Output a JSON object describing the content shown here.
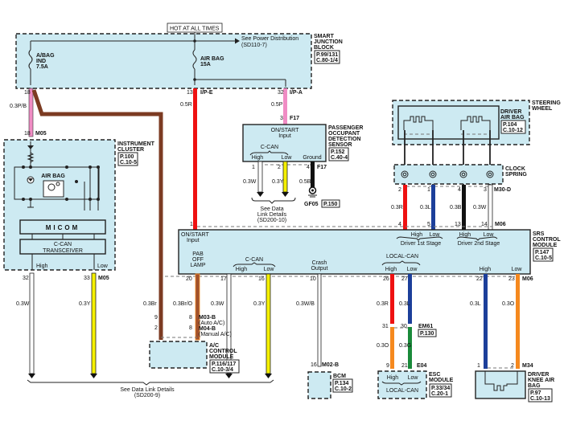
{
  "header": {
    "hot_label": "HOT AT ALL TIMES"
  },
  "smart_junction_block": {
    "name_lines": [
      "SMART",
      "JUNCTION",
      "BLOCK"
    ],
    "ref_lines": [
      "P.99/131",
      "C.80-1/4"
    ],
    "see_power": [
      "See Power Distribution",
      "(SD110-7)"
    ],
    "fuse_abag": [
      "A/BAG",
      "IND",
      "7.5A"
    ],
    "fuse_airbag": [
      "AIR BAG",
      "15A"
    ]
  },
  "instrument_cluster": {
    "name_lines": [
      "INSTRUMENT",
      "CLUSTER"
    ],
    "ref_lines": [
      "P.100",
      "C.10-5"
    ],
    "airbag_label": "AIR BAG",
    "micom": "MICOM",
    "transceiver": [
      "C-CAN",
      "TRANSCEIVER"
    ],
    "high": "High",
    "low": "Low"
  },
  "pods": {
    "name_lines": [
      "PASSENGER",
      "OCCUPANT",
      "DETECTION",
      "SENSOR"
    ],
    "ref_lines": [
      "P.152",
      "C.40-4"
    ],
    "input_lines": [
      "ON/START",
      "Input"
    ],
    "ccan": "C-CAN",
    "high": "High",
    "low": "Low",
    "ground": "Ground",
    "see_data": [
      "See Data",
      "Link Details",
      "(SD200-10)"
    ],
    "ground_label": "GF05",
    "ground_ref": "P.150"
  },
  "steering_wheel": {
    "name_lines": [
      "STEERING",
      "WHEEL"
    ]
  },
  "driver_airbag": {
    "name_lines": [
      "DRIVER",
      "AIR BAG"
    ],
    "ref_lines": [
      "P.104",
      "C.10-12"
    ]
  },
  "clock_spring": {
    "name_lines": [
      "CLOCK",
      "SPRING"
    ]
  },
  "srs_module": {
    "name_lines": [
      "SRS",
      "CONTROL",
      "MODULE"
    ],
    "ref_lines": [
      "P.147",
      "C.10-5"
    ],
    "input_lines": [
      "ON/START",
      "Input"
    ],
    "pab_lines": [
      "PAB",
      "OFF",
      "LAMP"
    ],
    "ccan": "C-CAN",
    "crash_lines": [
      "Crash",
      "Output"
    ],
    "local_can": "LOCAL-CAN",
    "high": "High",
    "low": "Low",
    "driver_1st": "Driver 1st Stage",
    "driver_2nd": "Driver 2nd Stage"
  },
  "ac_module": {
    "name_lines": [
      "A/C",
      "CONTROL",
      "MODULE"
    ],
    "ref_lines": [
      "P.116/117",
      "C.10-3/4"
    ],
    "conn1": [
      "M03-B",
      "(Auto A/C)"
    ],
    "conn2": [
      "M04-B",
      "(Manual A/C)"
    ]
  },
  "bcm": {
    "name": "BCM",
    "ref_lines": [
      "P.134",
      "C.10-2"
    ],
    "connector": "M02-B"
  },
  "esc_module": {
    "name_lines": [
      "ESC",
      "MODULE"
    ],
    "ref_lines": [
      "P.33/34",
      "C.20-1"
    ],
    "high": "High",
    "low": "Low",
    "local_can": "LOCAL-CAN",
    "connector": "E04"
  },
  "em61": {
    "name": "EM61",
    "ref": "P.130"
  },
  "knee_airbag": {
    "name_lines": [
      "DRIVER",
      "KNEE AIR",
      "BAG"
    ],
    "ref_lines": [
      "P.97",
      "C.10-13"
    ],
    "connector": "M34"
  },
  "bottom_note": [
    "See Data Link Details",
    "(SD200-9)"
  ],
  "connectors": {
    "ip_e": "I/P-E",
    "ip_a": "I/P-A",
    "m05": "M05",
    "f17": "F17",
    "m30d": "M30-D",
    "m06": "M06"
  },
  "wires": {
    "pb": "0.3P/B",
    "r05": "0.5R",
    "p05": "0.5P",
    "br": "0.3Br",
    "bro": "0.3Br/O",
    "w03": "0.3W",
    "y03": "0.3Y",
    "b05": "0.5B",
    "r03": "0.3R",
    "l03": "0.3L",
    "b03": "0.3B",
    "wb": "0.3W/B",
    "o03": "0.3O",
    "g03": "0.3G"
  },
  "pins": {
    "p18": "18",
    "p13": "13",
    "p32": "32",
    "p3": "3",
    "p1": "1",
    "p2": "2",
    "p4": "4",
    "p33": "33",
    "p5": "5",
    "p14": "14",
    "p20": "20",
    "p17": "17",
    "p16": "16",
    "p10": "10",
    "p26": "26",
    "p27": "27",
    "p22": "22",
    "p23": "23",
    "p9": "9",
    "p8": "8",
    "p31": "31",
    "p30": "30",
    "p21": "21"
  },
  "colors": {
    "fill": "#cdeaf2",
    "red": "#ee1111",
    "pink": "#f08cc4",
    "brown": "#7c3b22",
    "brown_orange": "#a0522d",
    "yellow": "#f5f000",
    "blue": "#1c3f9a",
    "orange": "#f5891e",
    "green": "#1a8a3a",
    "black": "#111111"
  }
}
